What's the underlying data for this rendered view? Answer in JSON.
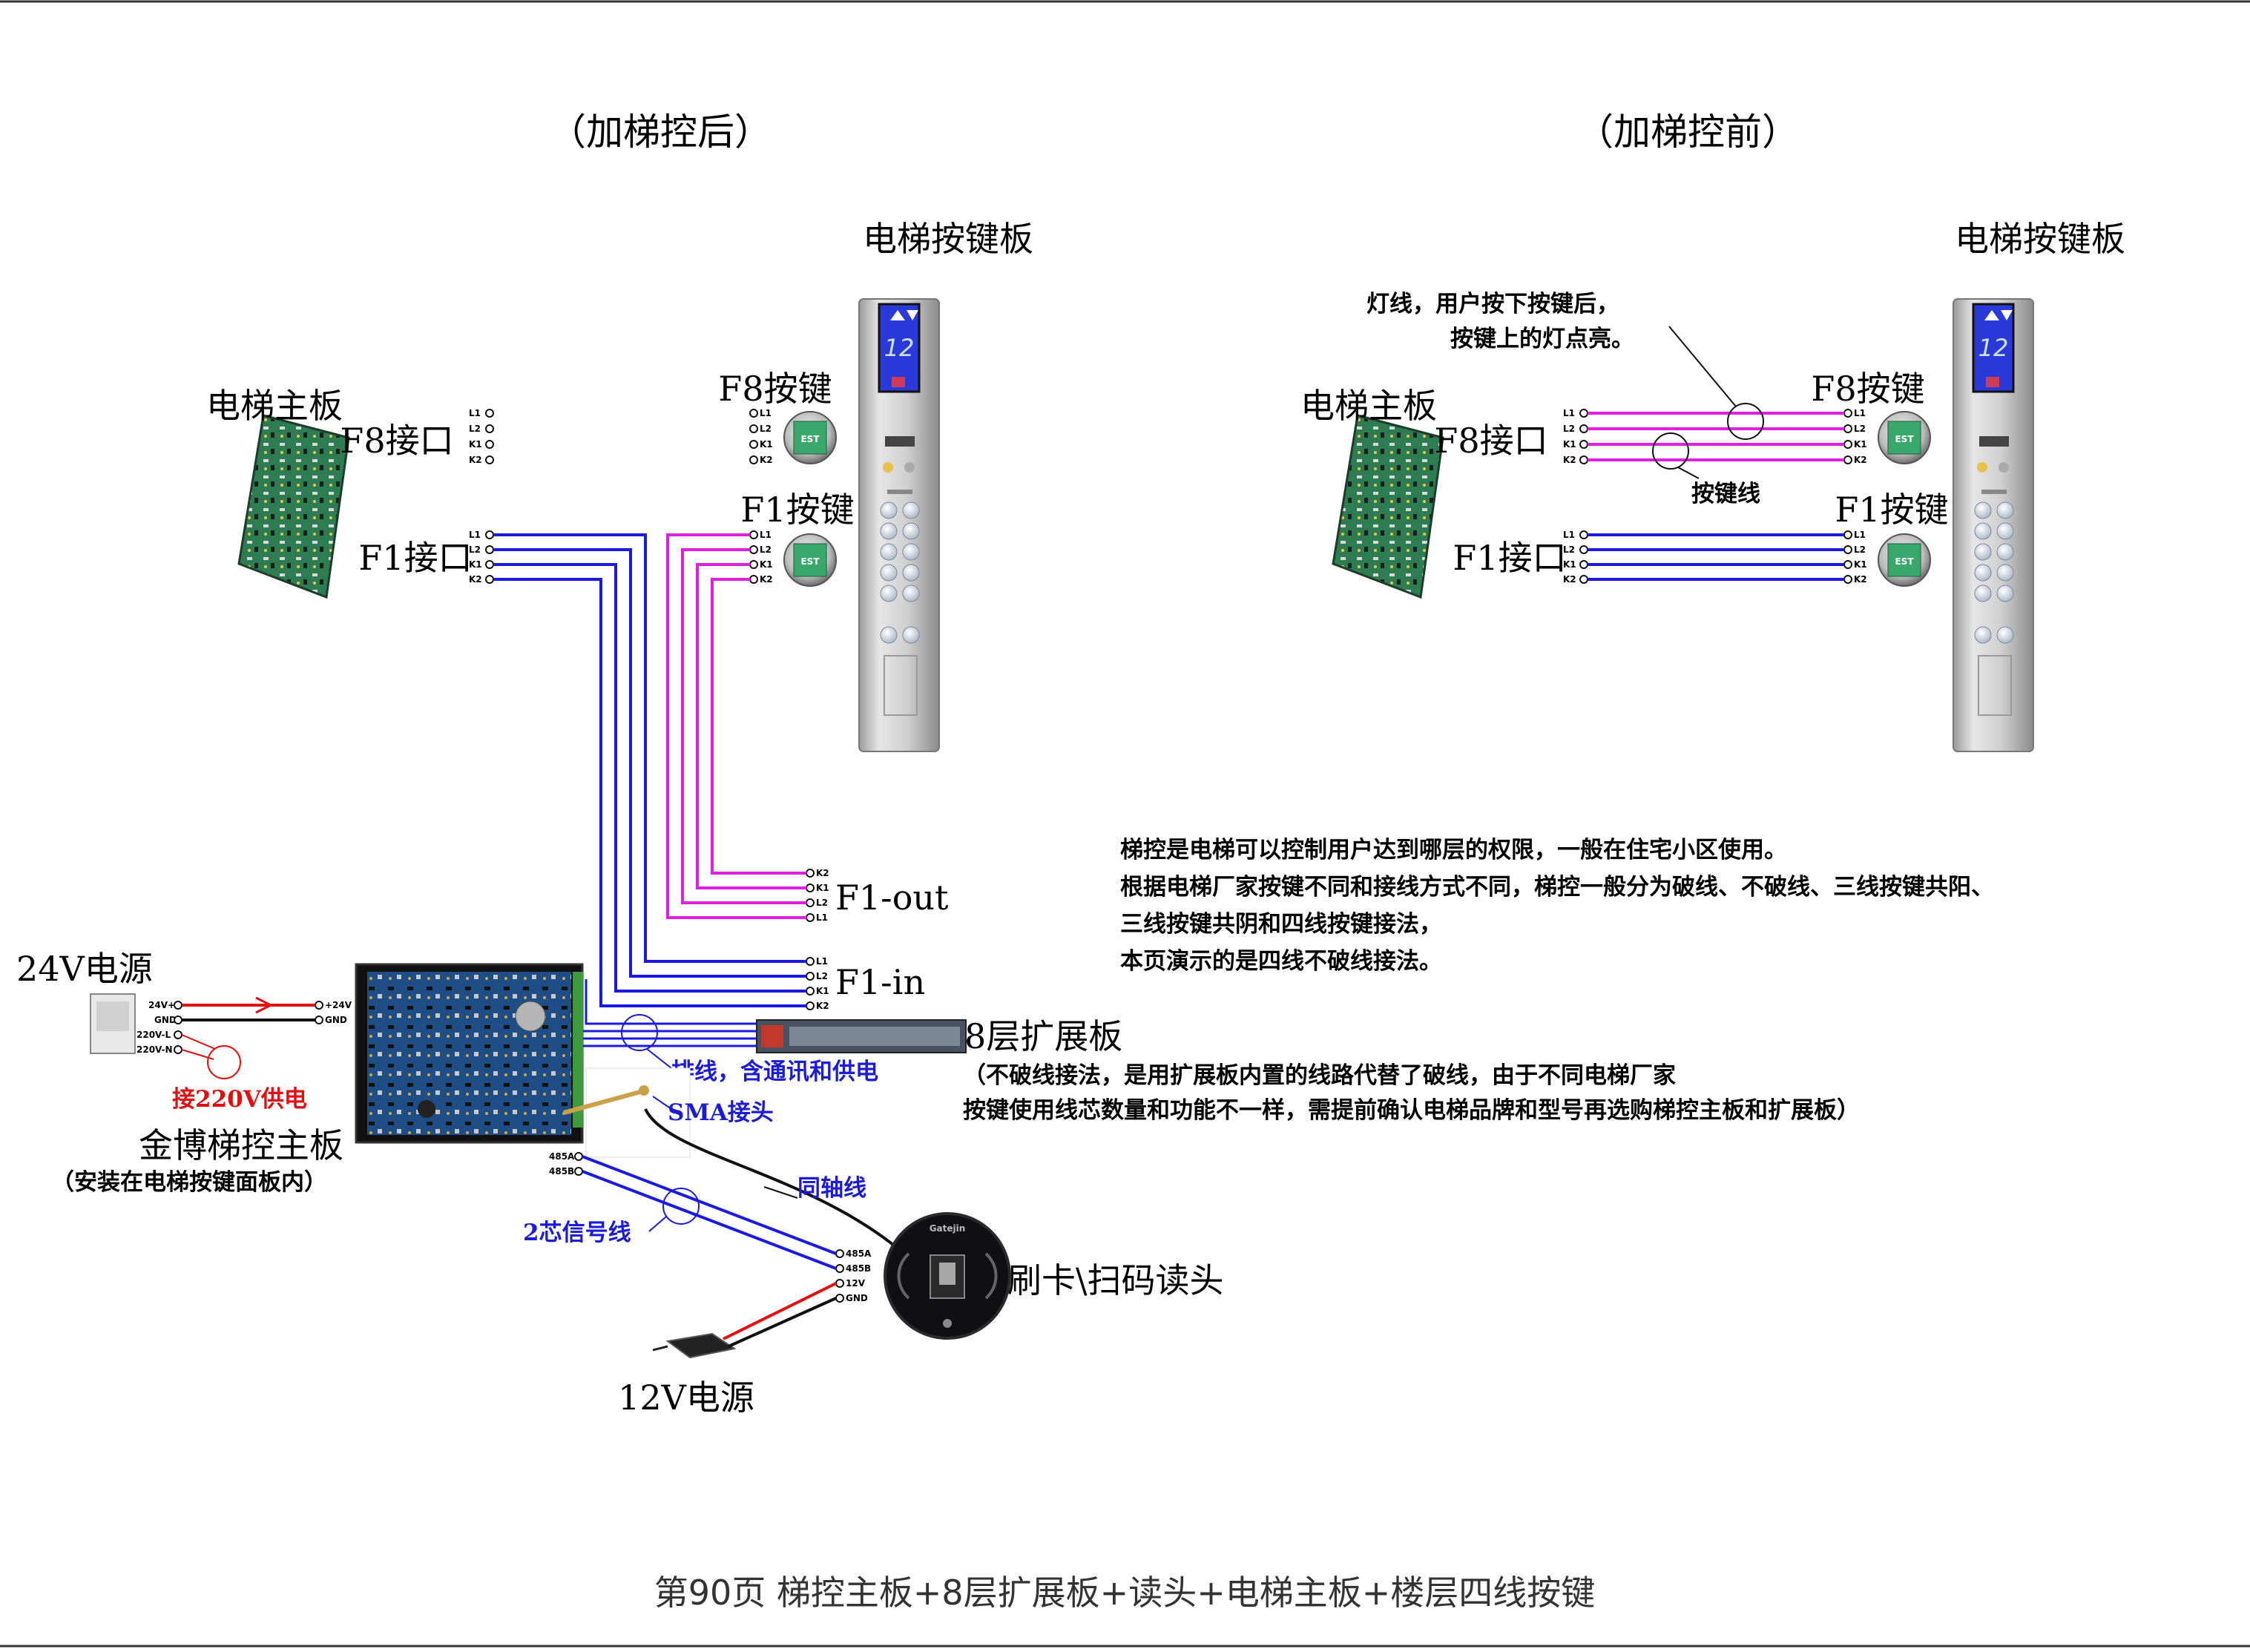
{
  "titles": {
    "after": "（加梯控后）",
    "before": "（加梯控前）"
  },
  "labels": {
    "panel_left": "电梯按键板",
    "panel_right": "电梯按键板",
    "mainboard_left": "电梯主板",
    "mainboard_right": "电梯主板",
    "f8_port_left": "F8接口",
    "f1_port_left": "F1接口",
    "f8_port_right": "F8接口",
    "f1_port_right": "F1接口",
    "f8_key_left": "F8按键",
    "f1_key_left": "F1按键",
    "f8_key_right": "F8按键",
    "f1_key_right": "F1按键",
    "f1_out": "F1-out",
    "f1_in": "F1-in",
    "exp_board": "8层扩展板",
    "exp_note_1": "（不破线接法，是用扩展板内置的线路代替了破线，由于不同电梯厂家",
    "exp_note_2": "按键使用线芯数量和功能不一样，需提前确认电梯品牌和型号再选购梯控主板和扩展板）",
    "ribbon": "排线，含通讯和供电",
    "sma": "SMA接头",
    "coax": "同轴线",
    "two_core": "2芯信号线",
    "power24": "24V电源",
    "ac220": "接220V供电",
    "controller": "金博梯控主板",
    "controller_note": "（安装在电梯按键面板内）",
    "reader": "刷卡\\扫码读头",
    "power12": "12V电源",
    "lamp_line_1": "灯线，用户按下按键后，",
    "lamp_line_2": "按键上的灯点亮。",
    "key_line": "按键线",
    "reader_brand": "Gatejin",
    "panel_display": "12",
    "footer": "第90页  梯控主板+8层扩展板+读头+电梯主板+楼层四线按键"
  },
  "description": [
    "梯控是电梯可以控制用户达到哪层的权限，一般在住宅小区使用。",
    "根据电梯厂家按键不同和接线方式不同，梯控一般分为破线、不破线、三线按键共阳、",
    "三线按键共阴和四线按键接法，",
    "本页演示的是四线不破线接法。"
  ],
  "pins": {
    "four": [
      "L1",
      "L2",
      "K1",
      "K2"
    ],
    "out": [
      "K2",
      "K1",
      "L2",
      "L1"
    ],
    "in": [
      "L1",
      "L2",
      "K1",
      "K2"
    ],
    "power_in": [
      "24V+",
      "GND",
      "220V-L",
      "220V-N"
    ],
    "power_out": [
      "+24V",
      "GND"
    ],
    "rs485_ctrl": [
      "485A",
      "485B"
    ],
    "reader": [
      "485A",
      "485B",
      "12V",
      "GND"
    ],
    "key_chip": "EST"
  },
  "colors": {
    "blue_wire": "#1a1ae0",
    "magenta_wire": "#e020e0",
    "red_wire": "#e01010",
    "black_wire": "#111111"
  }
}
